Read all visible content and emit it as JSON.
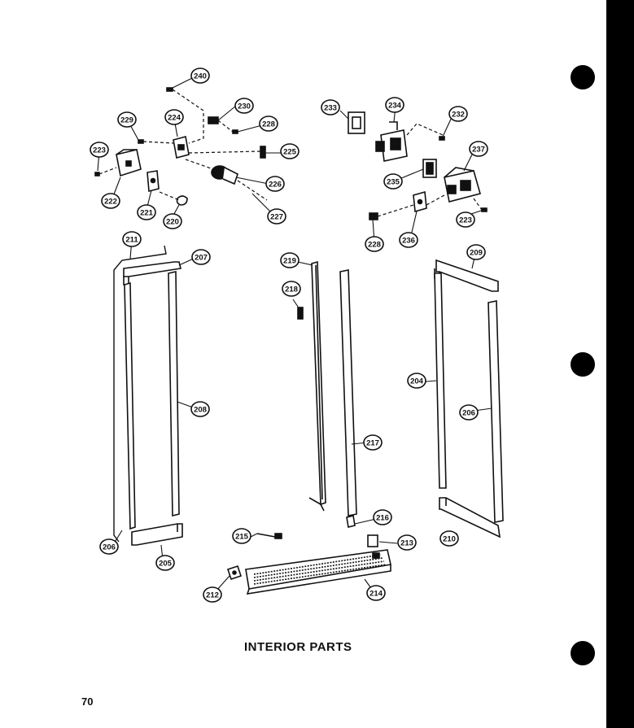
{
  "diagram": {
    "title": "INTERIOR PARTS",
    "page_number": "70",
    "part_callouts": [
      {
        "id": "c240",
        "label": "240"
      },
      {
        "id": "c229",
        "label": "229"
      },
      {
        "id": "c224",
        "label": "224"
      },
      {
        "id": "c230",
        "label": "230"
      },
      {
        "id": "c228a",
        "label": "228"
      },
      {
        "id": "c223a",
        "label": "223"
      },
      {
        "id": "c225",
        "label": "225"
      },
      {
        "id": "c226",
        "label": "226"
      },
      {
        "id": "c222",
        "label": "222"
      },
      {
        "id": "c221",
        "label": "221"
      },
      {
        "id": "c220",
        "label": "220"
      },
      {
        "id": "c227",
        "label": "227"
      },
      {
        "id": "c233",
        "label": "233"
      },
      {
        "id": "c234",
        "label": "234"
      },
      {
        "id": "c232",
        "label": "232"
      },
      {
        "id": "c237",
        "label": "237"
      },
      {
        "id": "c235",
        "label": "235"
      },
      {
        "id": "c236",
        "label": "236"
      },
      {
        "id": "c228b",
        "label": "228"
      },
      {
        "id": "c223b",
        "label": "223"
      },
      {
        "id": "c211",
        "label": "211"
      },
      {
        "id": "c207",
        "label": "207"
      },
      {
        "id": "c219",
        "label": "219"
      },
      {
        "id": "c218",
        "label": "218"
      },
      {
        "id": "c208",
        "label": "208"
      },
      {
        "id": "c206a",
        "label": "206"
      },
      {
        "id": "c205",
        "label": "205"
      },
      {
        "id": "c204",
        "label": "204"
      },
      {
        "id": "c206b",
        "label": "206"
      },
      {
        "id": "c217",
        "label": "217"
      },
      {
        "id": "c216",
        "label": "216"
      },
      {
        "id": "c210",
        "label": "210"
      },
      {
        "id": "c215",
        "label": "215"
      },
      {
        "id": "c213",
        "label": "213"
      },
      {
        "id": "c209",
        "label": "209"
      },
      {
        "id": "c212",
        "label": "212"
      },
      {
        "id": "c214",
        "label": "214"
      }
    ]
  }
}
